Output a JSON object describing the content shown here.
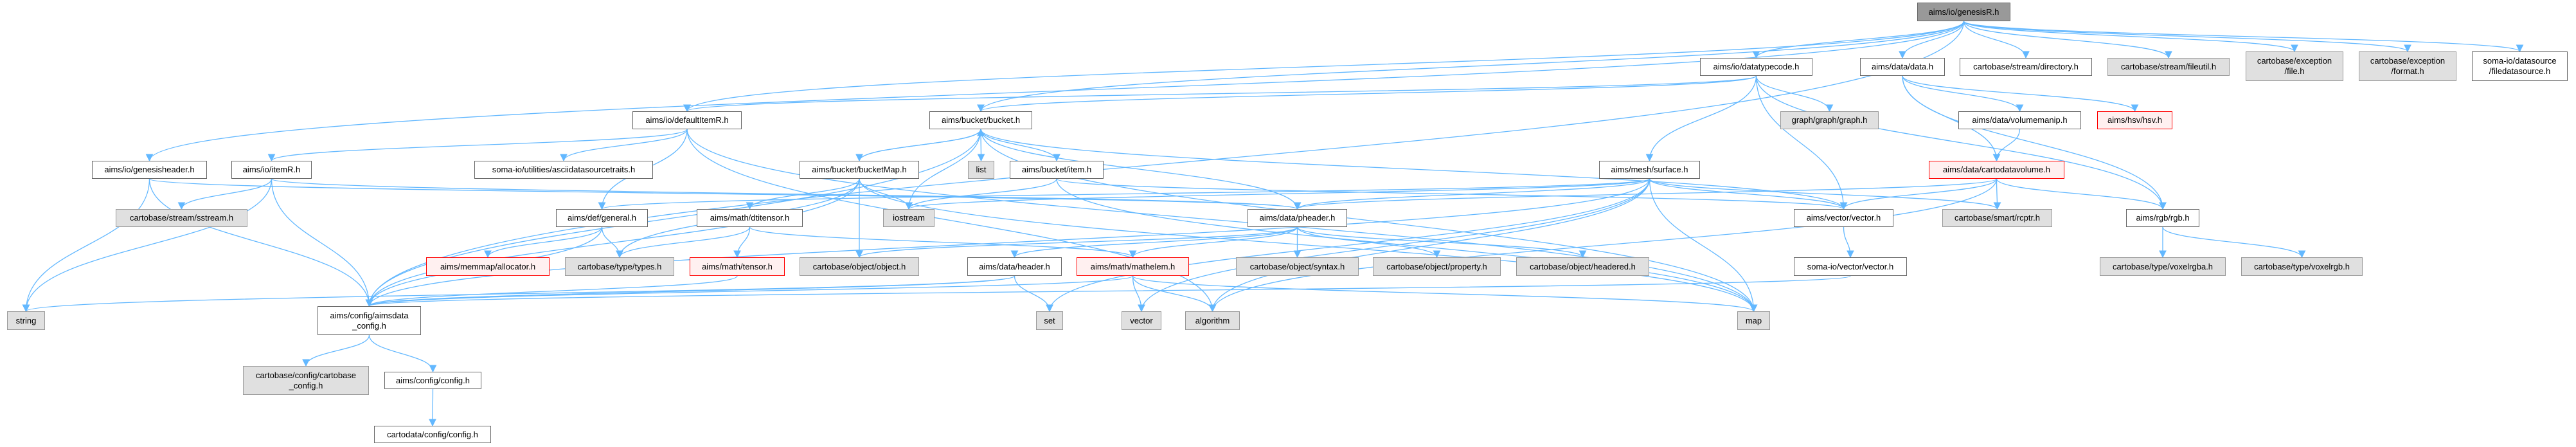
{
  "graph": {
    "edge_color": "#63b8ff",
    "nodes": [
      {
        "id": "genesisR",
        "label": [
          "aims/io/genesisR.h"
        ],
        "style": "root"
      },
      {
        "id": "datatypecode",
        "label": [
          "aims/io/datatypecode.h"
        ],
        "style": "normal"
      },
      {
        "id": "datadata",
        "label": [
          "aims/data/data.h"
        ],
        "style": "normal"
      },
      {
        "id": "directory",
        "label": [
          "cartobase/stream/directory.h"
        ],
        "style": "normal"
      },
      {
        "id": "fileutil",
        "label": [
          "cartobase/stream/fileutil.h"
        ],
        "style": "external"
      },
      {
        "id": "excfile",
        "label": [
          "cartobase/exception",
          "/file.h"
        ],
        "style": "external"
      },
      {
        "id": "excformat",
        "label": [
          "cartobase/exception",
          "/format.h"
        ],
        "style": "external"
      },
      {
        "id": "filedatasource",
        "label": [
          "soma-io/datasource",
          "/filedatasource.h"
        ],
        "style": "normal"
      },
      {
        "id": "defaultItemR",
        "label": [
          "aims/io/defaultItemR.h"
        ],
        "style": "normal"
      },
      {
        "id": "bucket",
        "label": [
          "aims/bucket/bucket.h"
        ],
        "style": "normal"
      },
      {
        "id": "graph",
        "label": [
          "graph/graph/graph.h"
        ],
        "style": "external"
      },
      {
        "id": "volumemanip",
        "label": [
          "aims/data/volumemanip.h"
        ],
        "style": "normal"
      },
      {
        "id": "hsv",
        "label": [
          "aims/hsv/hsv.h"
        ],
        "style": "missing"
      },
      {
        "id": "genesisheader",
        "label": [
          "aims/io/genesisheader.h"
        ],
        "style": "normal"
      },
      {
        "id": "itemR",
        "label": [
          "aims/io/itemR.h"
        ],
        "style": "normal"
      },
      {
        "id": "ascii",
        "label": [
          "soma-io/utilities/asciidatasourcetraits.h"
        ],
        "style": "normal"
      },
      {
        "id": "bucketMap",
        "label": [
          "aims/bucket/bucketMap.h"
        ],
        "style": "normal"
      },
      {
        "id": "list",
        "label": [
          "list"
        ],
        "style": "external"
      },
      {
        "id": "item",
        "label": [
          "aims/bucket/item.h"
        ],
        "style": "normal"
      },
      {
        "id": "surface",
        "label": [
          "aims/mesh/surface.h"
        ],
        "style": "normal"
      },
      {
        "id": "cartodatavolume",
        "label": [
          "aims/data/cartodatavolume.h"
        ],
        "style": "missing"
      },
      {
        "id": "sstream",
        "label": [
          "cartobase/stream/sstream.h"
        ],
        "style": "external"
      },
      {
        "id": "general",
        "label": [
          "aims/def/general.h"
        ],
        "style": "normal"
      },
      {
        "id": "dtitensor",
        "label": [
          "aims/math/dtitensor.h"
        ],
        "style": "normal"
      },
      {
        "id": "iostream",
        "label": [
          "iostream"
        ],
        "style": "external"
      },
      {
        "id": "pheader",
        "label": [
          "aims/data/pheader.h"
        ],
        "style": "normal"
      },
      {
        "id": "vectorh",
        "label": [
          "aims/vector/vector.h"
        ],
        "style": "normal"
      },
      {
        "id": "rcptr",
        "label": [
          "cartobase/smart/rcptr.h"
        ],
        "style": "external"
      },
      {
        "id": "rgb",
        "label": [
          "aims/rgb/rgb.h"
        ],
        "style": "normal"
      },
      {
        "id": "allocator",
        "label": [
          "aims/memmap/allocator.h"
        ],
        "style": "missing"
      },
      {
        "id": "types",
        "label": [
          "cartobase/type/types.h"
        ],
        "style": "external"
      },
      {
        "id": "tensor",
        "label": [
          "aims/math/tensor.h"
        ],
        "style": "missing"
      },
      {
        "id": "object",
        "label": [
          "cartobase/object/object.h"
        ],
        "style": "external"
      },
      {
        "id": "header",
        "label": [
          "aims/data/header.h"
        ],
        "style": "normal"
      },
      {
        "id": "mathelem",
        "label": [
          "aims/math/mathelem.h"
        ],
        "style": "missing"
      },
      {
        "id": "syntax",
        "label": [
          "cartobase/object/syntax.h"
        ],
        "style": "external"
      },
      {
        "id": "property",
        "label": [
          "cartobase/object/property.h"
        ],
        "style": "external"
      },
      {
        "id": "headered",
        "label": [
          "cartobase/object/headered.h"
        ],
        "style": "external"
      },
      {
        "id": "somavector",
        "label": [
          "soma-io/vector/vector.h"
        ],
        "style": "normal"
      },
      {
        "id": "voxelrgba",
        "label": [
          "cartobase/type/voxelrgba.h"
        ],
        "style": "external"
      },
      {
        "id": "voxelrgb",
        "label": [
          "cartobase/type/voxelrgb.h"
        ],
        "style": "external"
      },
      {
        "id": "string",
        "label": [
          "string"
        ],
        "style": "external"
      },
      {
        "id": "aimsdataconfig",
        "label": [
          "aims/config/aimsdata",
          "_config.h"
        ],
        "style": "normal"
      },
      {
        "id": "set",
        "label": [
          "set"
        ],
        "style": "external"
      },
      {
        "id": "stdvector",
        "label": [
          "vector"
        ],
        "style": "external"
      },
      {
        "id": "algorithm",
        "label": [
          "algorithm"
        ],
        "style": "external"
      },
      {
        "id": "map",
        "label": [
          "map"
        ],
        "style": "external"
      },
      {
        "id": "cartobaseconfig",
        "label": [
          "cartobase/config/cartobase",
          "_config.h"
        ],
        "style": "external"
      },
      {
        "id": "config",
        "label": [
          "aims/config/config.h"
        ],
        "style": "normal"
      },
      {
        "id": "cartodataconfig",
        "label": [
          "cartodata/config/config.h"
        ],
        "style": "normal"
      }
    ],
    "edges": [
      [
        "genesisR",
        "datatypecode"
      ],
      [
        "genesisR",
        "datadata"
      ],
      [
        "genesisR",
        "directory"
      ],
      [
        "genesisR",
        "fileutil"
      ],
      [
        "genesisR",
        "excfile"
      ],
      [
        "genesisR",
        "excformat"
      ],
      [
        "genesisR",
        "filedatasource"
      ],
      [
        "genesisR",
        "aimsdataconfig"
      ],
      [
        "genesisR",
        "genesisheader"
      ],
      [
        "genesisR",
        "defaultItemR"
      ],
      [
        "genesisR",
        "bucket"
      ],
      [
        "datatypecode",
        "bucket"
      ],
      [
        "datatypecode",
        "surface"
      ],
      [
        "datatypecode",
        "graph"
      ],
      [
        "datatypecode",
        "vectorh"
      ],
      [
        "datatypecode",
        "rgb"
      ],
      [
        "datatypecode",
        "defaultItemR"
      ],
      [
        "datadata",
        "volumemanip"
      ],
      [
        "datadata",
        "hsv"
      ],
      [
        "datadata",
        "cartodatavolume"
      ],
      [
        "datadata",
        "rgb"
      ],
      [
        "volumemanip",
        "cartodatavolume"
      ],
      [
        "cartodatavolume",
        "pheader"
      ],
      [
        "cartodatavolume",
        "rcptr"
      ],
      [
        "cartodatavolume",
        "rgb"
      ],
      [
        "cartodatavolume",
        "vectorh"
      ],
      [
        "cartodatavolume",
        "algorithm"
      ],
      [
        "defaultItemR",
        "itemR"
      ],
      [
        "defaultItemR",
        "ascii"
      ],
      [
        "defaultItemR",
        "general"
      ],
      [
        "defaultItemR",
        "algorithm"
      ],
      [
        "defaultItemR",
        "map"
      ],
      [
        "itemR",
        "string"
      ],
      [
        "itemR",
        "sstream"
      ],
      [
        "itemR",
        "aimsdataconfig"
      ],
      [
        "itemR",
        "pheader"
      ],
      [
        "genesisheader",
        "string"
      ],
      [
        "genesisheader",
        "aimsdataconfig"
      ],
      [
        "genesisheader",
        "pheader"
      ],
      [
        "bucket",
        "bucketMap"
      ],
      [
        "bucket",
        "list"
      ],
      [
        "bucket",
        "item"
      ],
      [
        "bucket",
        "iostream"
      ],
      [
        "bucket",
        "pheader"
      ],
      [
        "bucket",
        "aimsdataconfig"
      ],
      [
        "bucket",
        "map"
      ],
      [
        "bucket",
        "vectorh"
      ],
      [
        "bucketMap",
        "bucket"
      ],
      [
        "bucketMap",
        "dtitensor"
      ],
      [
        "bucketMap",
        "object"
      ],
      [
        "bucketMap",
        "iostream"
      ],
      [
        "bucketMap",
        "types"
      ],
      [
        "bucketMap",
        "aimsdataconfig"
      ],
      [
        "bucketMap",
        "map"
      ],
      [
        "item",
        "iostream"
      ],
      [
        "item",
        "vectorh"
      ],
      [
        "item",
        "map"
      ],
      [
        "surface",
        "pheader"
      ],
      [
        "surface",
        "vectorh"
      ],
      [
        "surface",
        "map"
      ],
      [
        "surface",
        "set"
      ],
      [
        "surface",
        "stdvector"
      ],
      [
        "surface",
        "algorithm"
      ],
      [
        "surface",
        "general"
      ],
      [
        "surface",
        "aimsdataconfig"
      ],
      [
        "surface",
        "iostream"
      ],
      [
        "surface",
        "rcptr"
      ],
      [
        "general",
        "allocator"
      ],
      [
        "general",
        "types"
      ],
      [
        "general",
        "aimsdataconfig"
      ],
      [
        "dtitensor",
        "tensor"
      ],
      [
        "dtitensor",
        "types"
      ],
      [
        "dtitensor",
        "mathelem"
      ],
      [
        "tensor",
        "aimsdataconfig"
      ],
      [
        "pheader",
        "header"
      ],
      [
        "pheader",
        "syntax"
      ],
      [
        "pheader",
        "property"
      ],
      [
        "pheader",
        "headered"
      ],
      [
        "pheader",
        "object"
      ],
      [
        "pheader",
        "mathelem"
      ],
      [
        "header",
        "set"
      ],
      [
        "header",
        "aimsdataconfig"
      ],
      [
        "header",
        "string"
      ],
      [
        "mathelem",
        "stdvector"
      ],
      [
        "mathelem",
        "algorithm"
      ],
      [
        "mathelem",
        "map"
      ],
      [
        "mathelem",
        "aimsdataconfig"
      ],
      [
        "vectorh",
        "somavector"
      ],
      [
        "somavector",
        "aimsdataconfig"
      ],
      [
        "rgb",
        "voxelrgba"
      ],
      [
        "rgb",
        "voxelrgb"
      ],
      [
        "aimsdataconfig",
        "cartobaseconfig"
      ],
      [
        "aimsdataconfig",
        "config"
      ],
      [
        "config",
        "cartodataconfig"
      ]
    ]
  }
}
